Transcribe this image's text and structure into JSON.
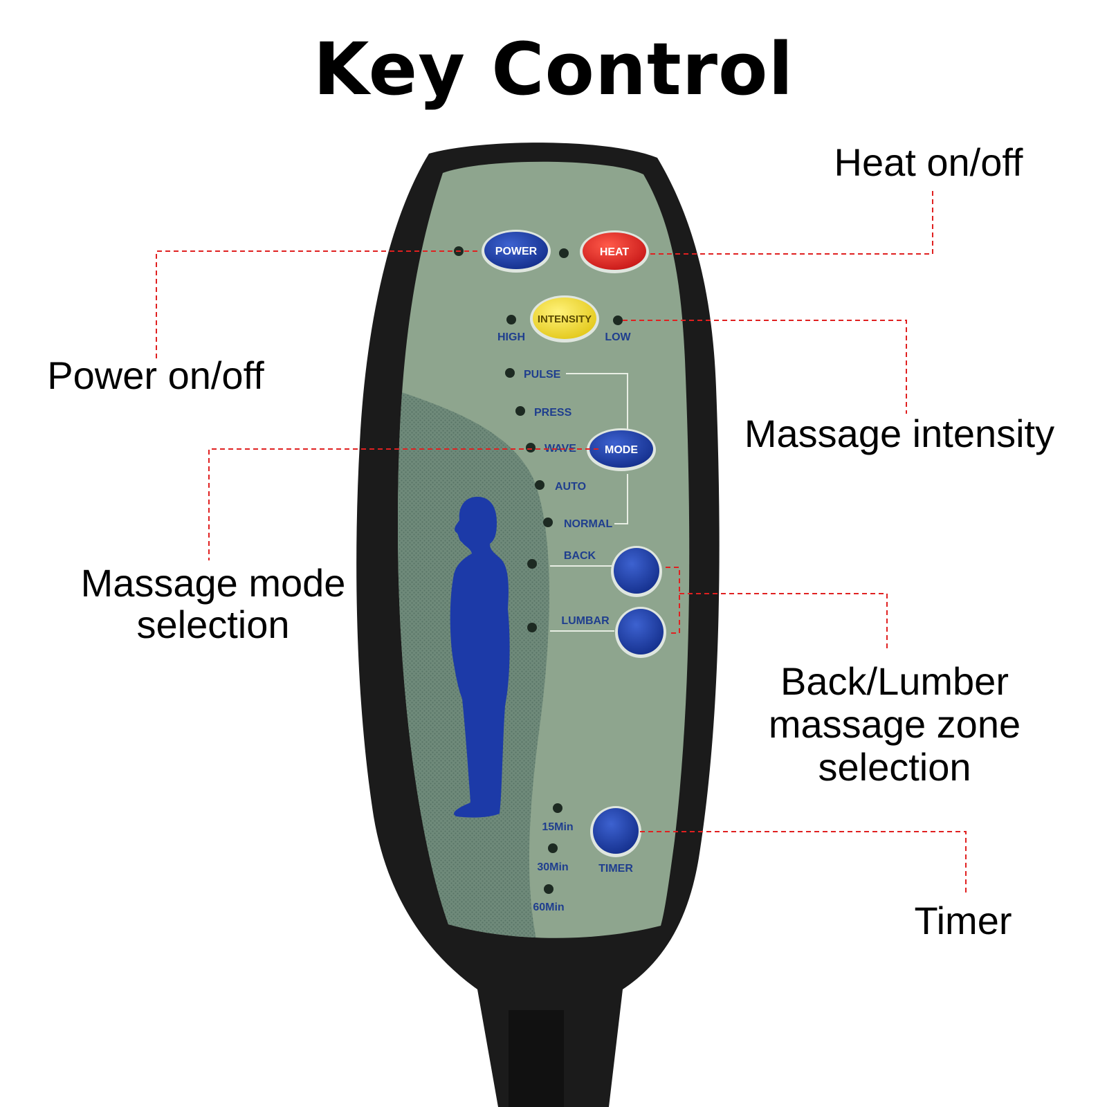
{
  "title": "Key Control",
  "colors": {
    "remote_body": "#1b1b1b",
    "panel": "#8ea58e",
    "panel_dark": "#6f8a78",
    "blue_button": "#1f3fa8",
    "red_button": "#e02a2a",
    "yellow_button": "#f2de2a",
    "figure": "#1c3aa8",
    "leader_line": "#e02020"
  },
  "remote": {
    "power_label": "POWER",
    "heat_label": "HEAT",
    "intensity_label": "INTENSITY",
    "high_label": "HIGH",
    "low_label": "LOW",
    "mode_label": "MODE",
    "modes": [
      "PULSE",
      "PRESS",
      "WAVE",
      "AUTO",
      "NORMAL"
    ],
    "back_label": "BACK",
    "lumbar_label": "LUMBAR",
    "timer_label": "TIMER",
    "timer_options": [
      "15Min",
      "30Min",
      "60Min"
    ]
  },
  "callouts": {
    "heat": "Heat on/off",
    "power": "Power on/off",
    "intensity": "Massage intensity",
    "mode_line1": "Massage mode",
    "mode_line2": "selection",
    "zone_line1": "Back/Lumber",
    "zone_line2": "massage zone",
    "zone_line3": "selection",
    "timer": "Timer"
  }
}
